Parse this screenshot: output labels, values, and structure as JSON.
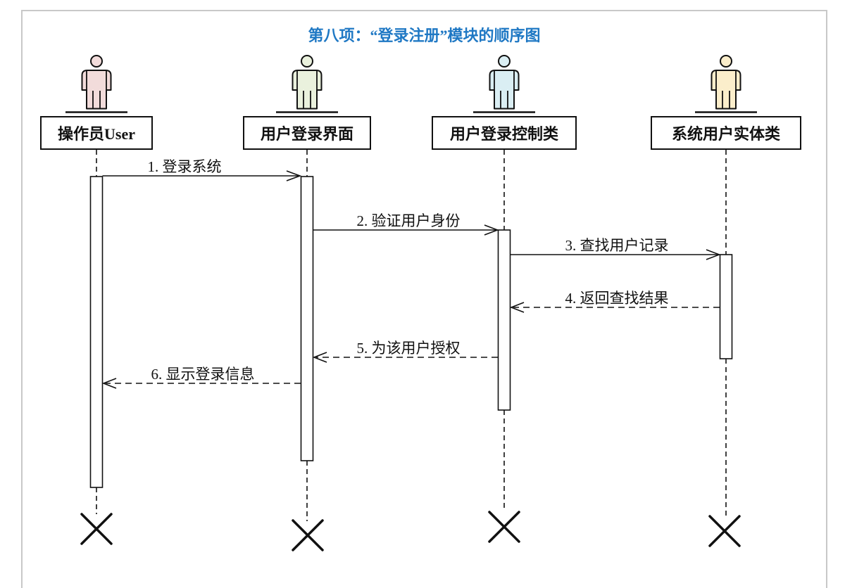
{
  "title": {
    "text": "第八项：“登录注册”模块的顺序图",
    "color": "#1f78c4"
  },
  "lifelines": [
    {
      "label": "操作员User",
      "color": "#f2dcdb"
    },
    {
      "label": "用户登录界面",
      "color": "#eaf1dd"
    },
    {
      "label": "用户登录控制类",
      "color": "#daeef3"
    },
    {
      "label": "系统用户实体类",
      "color": "#fbeecb"
    }
  ],
  "messages": [
    {
      "label": "1. 登录系统",
      "from": "操作员User",
      "to": "用户登录界面",
      "line": "solid"
    },
    {
      "label": "2. 验证用户身份",
      "from": "用户登录界面",
      "to": "用户登录控制类",
      "line": "solid"
    },
    {
      "label": "3. 查找用户记录",
      "from": "用户登录控制类",
      "to": "系统用户实体类",
      "line": "solid"
    },
    {
      "label": "4. 返回查找结果",
      "from": "系统用户实体类",
      "to": "用户登录控制类",
      "line": "dashed"
    },
    {
      "label": "5. 为该用户授权",
      "from": "用户登录控制类",
      "to": "用户登录界面",
      "line": "dashed"
    },
    {
      "label": "6. 显示登录信息",
      "from": "用户登录界面",
      "to": "操作员User",
      "line": "dashed"
    }
  ]
}
